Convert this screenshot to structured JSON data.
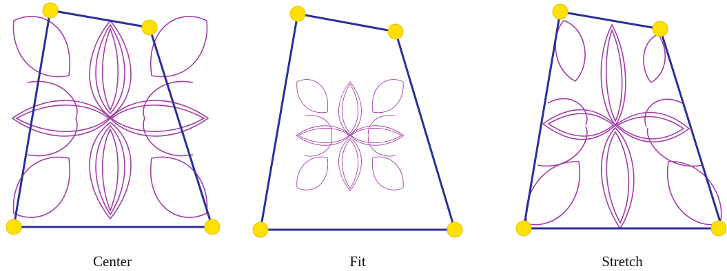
{
  "panels": [
    {
      "id": "center",
      "caption": "Center"
    },
    {
      "id": "fit",
      "caption": "Fit"
    },
    {
      "id": "stretch",
      "caption": "Stretch"
    }
  ],
  "colors": {
    "frame": "#2a2f9a",
    "handle": "#ffe000",
    "motif": "#a23ca8"
  }
}
